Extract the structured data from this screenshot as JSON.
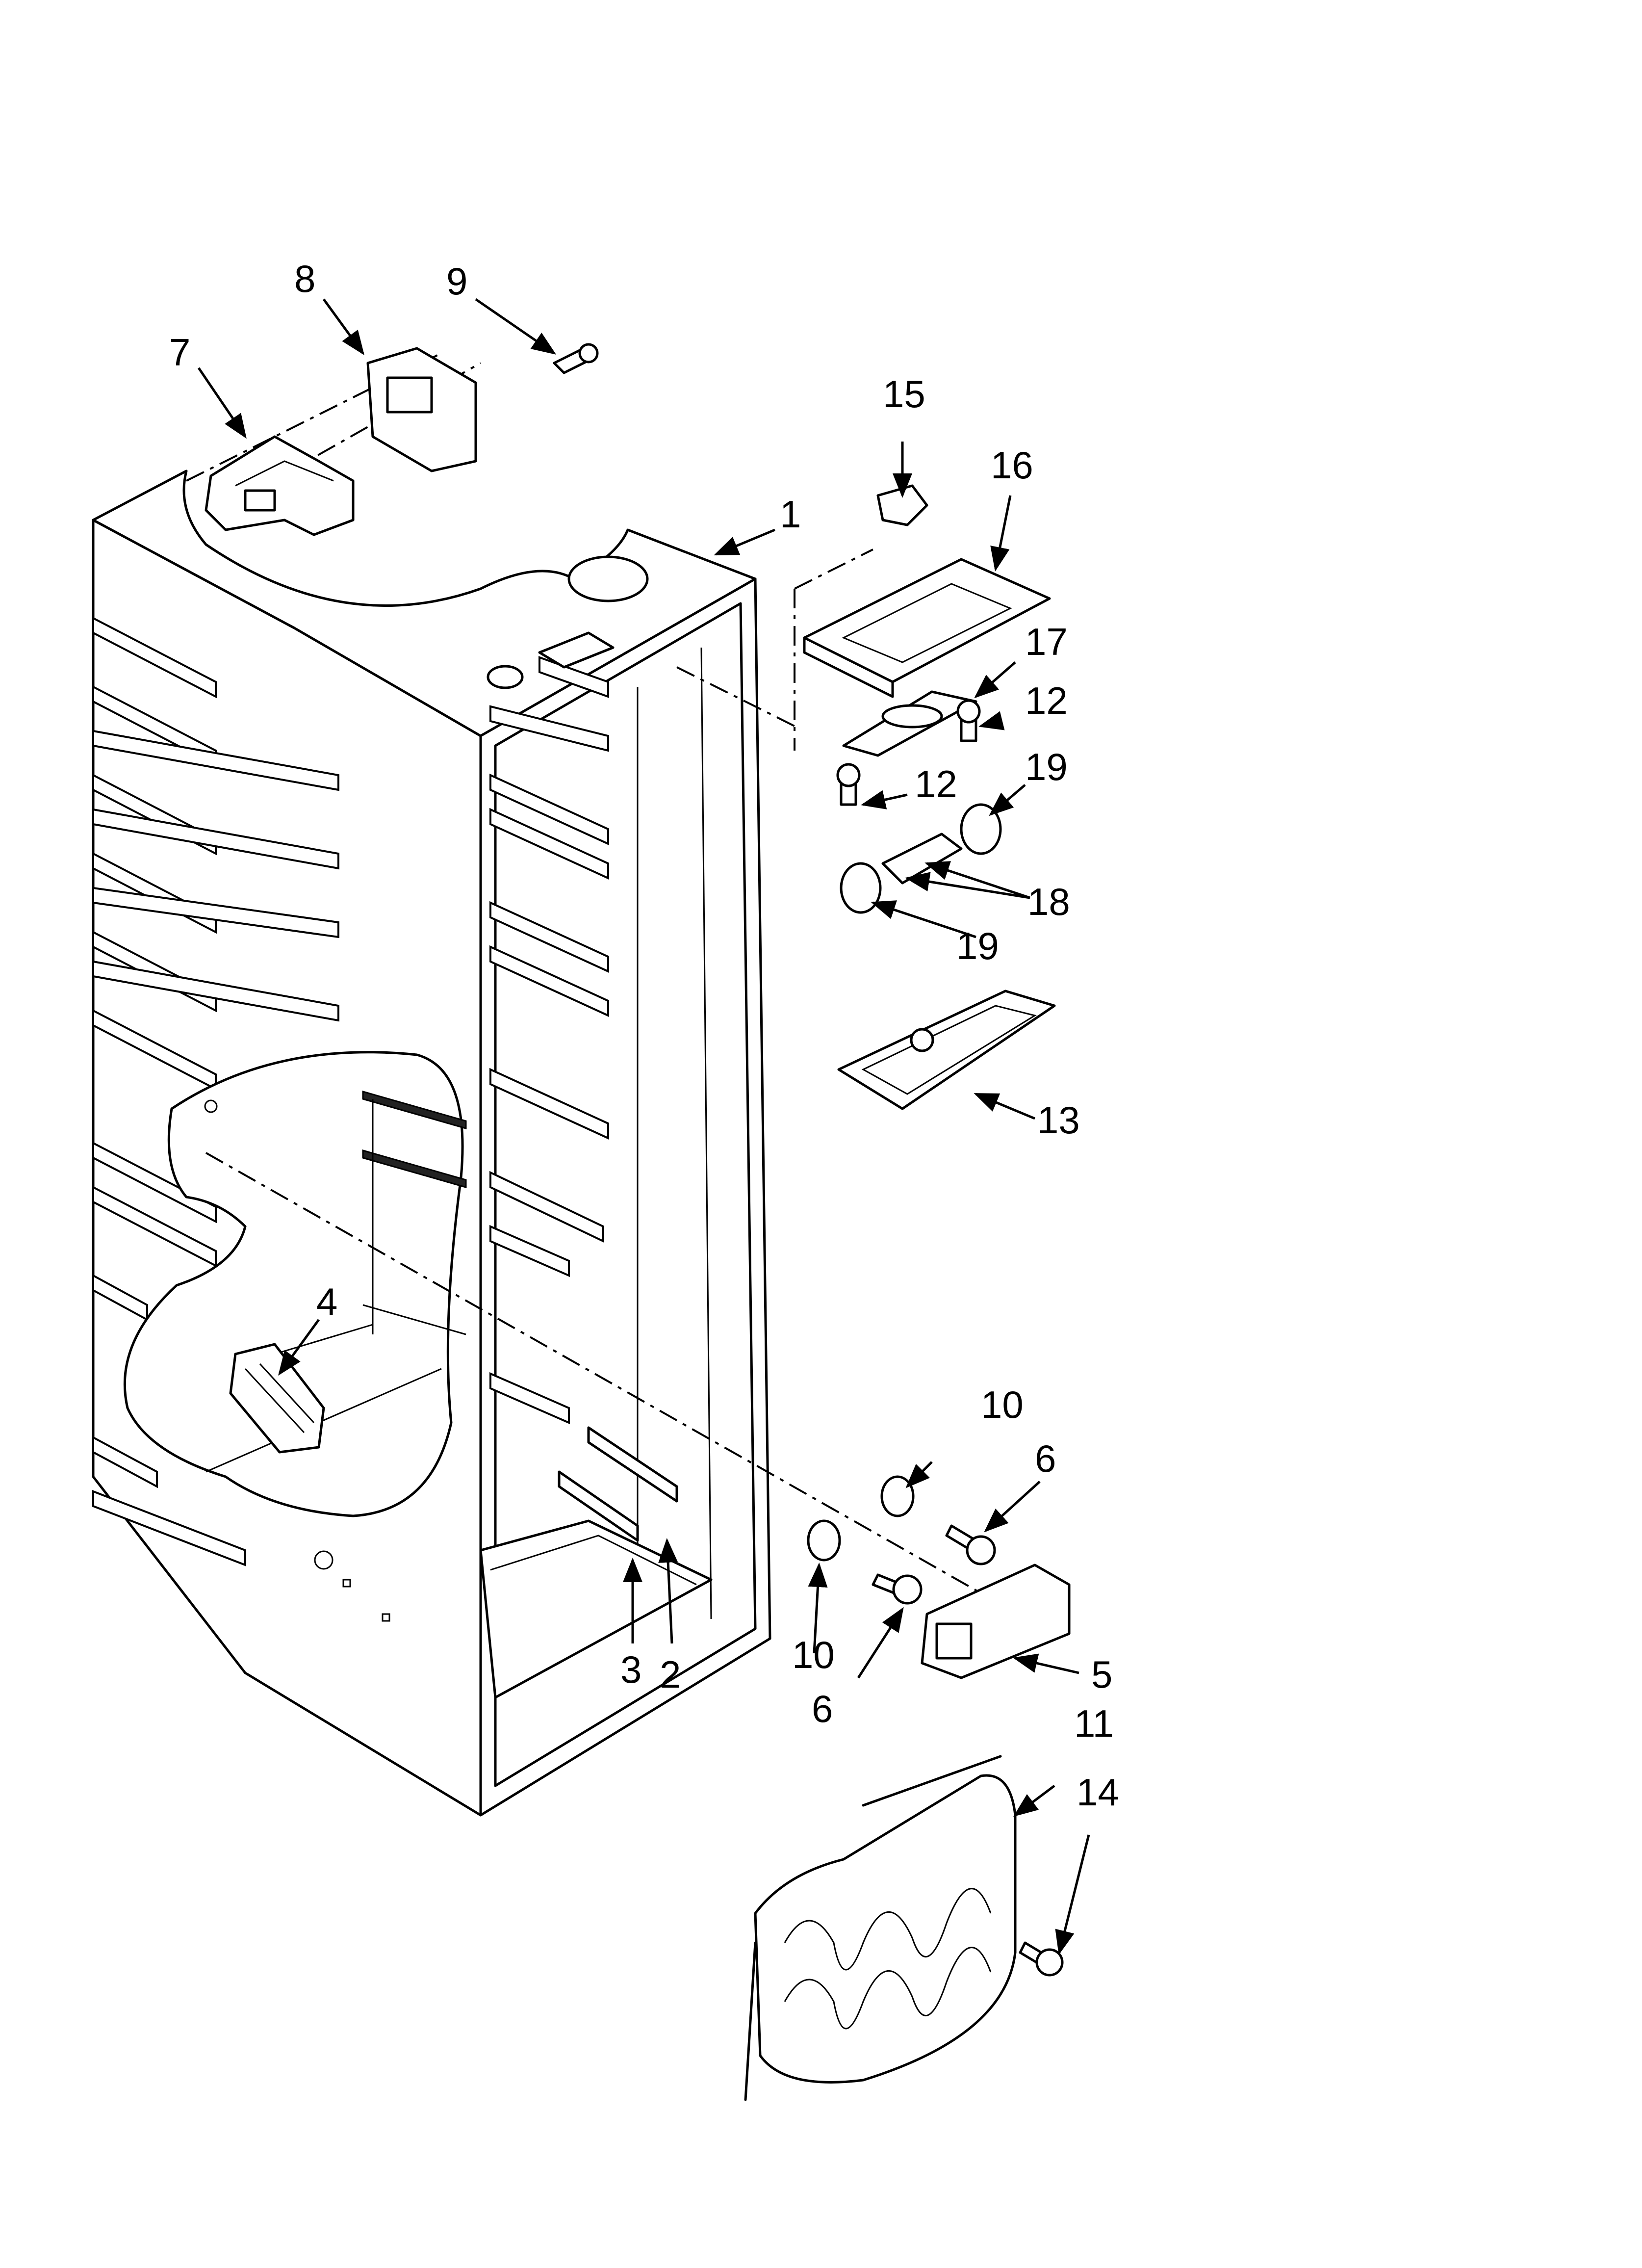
{
  "labels": {
    "p1": "1",
    "p2": "2",
    "p3": "3",
    "p4": "4",
    "p5": "5",
    "p6a": "6",
    "p6b": "6",
    "p7": "7",
    "p8": "8",
    "p9": "9",
    "p10a": "10",
    "p10b": "10",
    "p11": "11",
    "p12a": "12",
    "p12b": "12",
    "p13": "13",
    "p14": "14",
    "p15": "15",
    "p16": "16",
    "p17": "17",
    "p18": "18",
    "p19a": "19",
    "p19b": "19"
  }
}
